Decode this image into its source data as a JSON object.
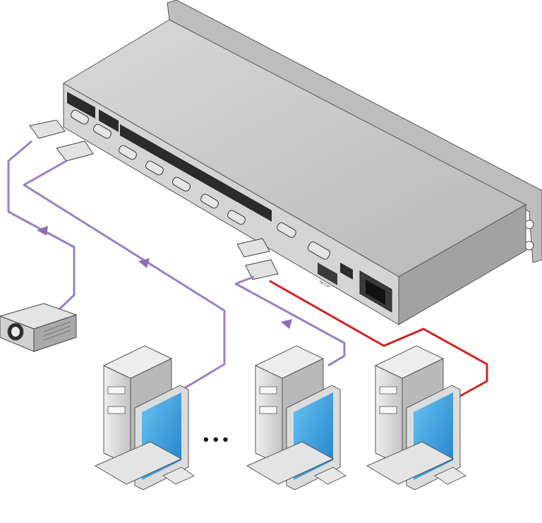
{
  "figure": {
    "type": "connection-diagram",
    "colors": {
      "chassis_top": "#c7c7c7",
      "chassis_front": "#d6d6d6",
      "chassis_side": "#9a9a9a",
      "cable_purple": "#9b7fc4",
      "cable_red": "#d32020",
      "screen_blue": "#2a92d8",
      "pc_body": "#d8d8d8"
    },
    "ellipsis_label": "• • •",
    "router_label": "SETUP",
    "devices": {
      "router": "rack-mount-vga-router",
      "projector": "projector",
      "computers": [
        "computer-1",
        "computer-2",
        "computer-3"
      ]
    },
    "cables": [
      {
        "from": "router",
        "to": "projector",
        "color": "purple"
      },
      {
        "from": "computer-1",
        "to": "router",
        "color": "purple"
      },
      {
        "from": "computer-2",
        "to": "router",
        "color": "purple"
      },
      {
        "from": "computer-3",
        "to": "router",
        "color": "red"
      }
    ]
  }
}
